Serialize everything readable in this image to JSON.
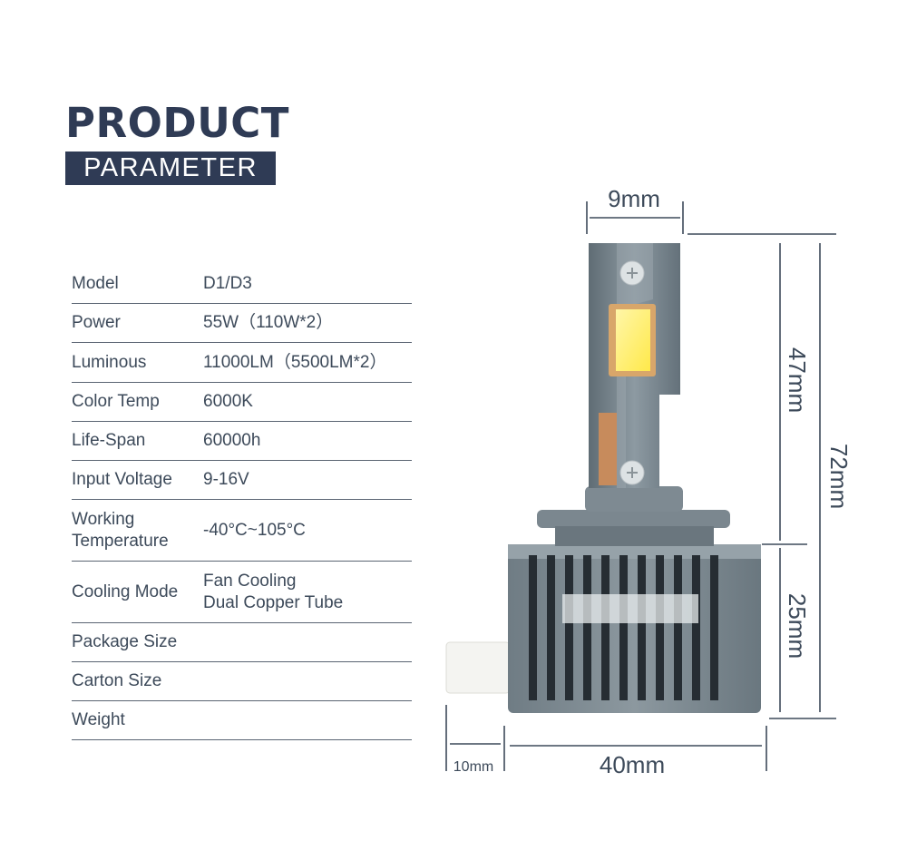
{
  "header": {
    "title": "PRODUCT",
    "subtitle": "PARAMETER"
  },
  "specs": [
    {
      "label": "Model",
      "value": "D1/D3"
    },
    {
      "label": "Power",
      "value": "55W（110W*2）"
    },
    {
      "label": "Luminous",
      "value": "11000LM（5500LM*2）"
    },
    {
      "label": "Color Temp",
      "value": "6000K"
    },
    {
      "label": "Life-Span",
      "value": "60000h"
    },
    {
      "label": "Input Voltage",
      "value": "9-16V"
    },
    {
      "label": "Working\nTemperature",
      "value": "-40°C~105°C"
    },
    {
      "label": "Cooling Mode",
      "value": "Fan Cooling\nDual Copper Tube"
    },
    {
      "label": "Package Size",
      "value": ""
    },
    {
      "label": "Carton Size",
      "value": ""
    },
    {
      "label": "Weight",
      "value": ""
    }
  ],
  "dimensions": {
    "top_width": "9mm",
    "upper_height": "47mm",
    "total_height": "72mm",
    "lower_height": "25mm",
    "connector_width": "10mm",
    "base_width": "40mm"
  },
  "colors": {
    "navy": "#2f3b55",
    "text": "#3d4a5a",
    "housing": "#7d8a92",
    "led": "#fff27a"
  }
}
